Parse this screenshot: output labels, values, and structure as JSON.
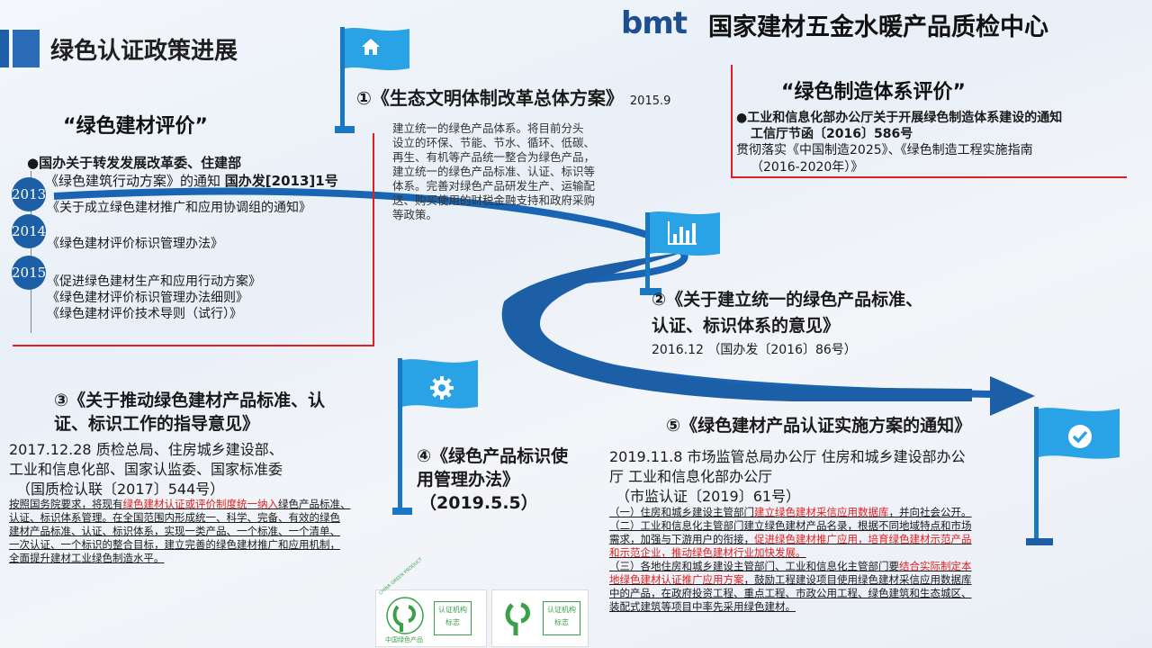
{
  "header": {
    "page_title": "绿色认证政策进展",
    "logo_text": "bmt",
    "org_name": "国家建材五金水暖产品质检中心"
  },
  "left_section": {
    "heading": "“绿色建材评价”",
    "items": [
      {
        "bullet": "●国办关于转发发展改革委、住建部",
        "line2": "《绿色建筑行动方案》的通知",
        "line2_bold": "国办发[2013]1号"
      },
      {
        "year": "2013",
        "text": "《关于成立绿色建材推广和应用协调组的通知》"
      },
      {
        "year": "2014",
        "text": "《绿色建材评价标识管理办法》"
      },
      {
        "year": "2015",
        "lines": [
          "《促进绿色建材生产和应用行动方案》",
          "《绿色建材评价标识管理办法细则》",
          "《绿色建材评价技术导则（试行）》"
        ]
      }
    ]
  },
  "sec1": {
    "title": "①《生态文明体制改革总体方案》",
    "date": "2015.9",
    "body": [
      "建立统一的绿色产品体系。将目前分头",
      "设立的环保、节能、节水、循环、低碳、",
      "再生、有机等产品统一整合为绿色产品，",
      "建立统一的绿色产品标准、认证、标识等",
      "体系。完善对绿色产品研发生产、运输配",
      "送、购买使用的财税金融支持和政府采购",
      "等政策。"
    ]
  },
  "right_top": {
    "heading": "“绿色制造体系评价”",
    "bullet_l1": "●工业和信息化部办公厅关于开展绿色制造体系建设的通知",
    "bullet_l2": "工信厅节函〔2016〕586号",
    "line3": "贯彻落实《中国制造2025》、《绿色制造工程实施指南",
    "line4": "（2016-2020年）》"
  },
  "sec2": {
    "title_l1": "②《关于建立统一的绿色产品标准、",
    "title_l2": "认证、标识体系的意见》",
    "sub": "2016.12 （国办发〔2016〕86号）"
  },
  "sec3": {
    "title_l1": "③《关于推动绿色建材产品标准、认",
    "title_l2": "证、标识工作的指导意见》",
    "issuer_l1": "2017.12.28 质检总局、住房城乡建设部、",
    "issuer_l2": "工业和信息化部、国家认监委、国家标准委",
    "issuer_l3": "（国质检认联〔2017〕544号）",
    "body": [
      {
        "pre": "按照国务院要求，将现有",
        "red": "绿色建材认证或评价制度统一纳入",
        "post": "绿色产品标准、"
      },
      {
        "pre": "认证、标识体系管理。在全国范围内形成统一、科学、完备、有效的绿色",
        "red": "",
        "post": ""
      },
      {
        "pre": "建材产品标准、认证、标识体系，实现一类产品、一个标准、一个清单、",
        "red": "",
        "post": ""
      },
      {
        "pre": "一次认证、一个标识的整合目标，建立完善的绿色建材推广和应用机制，",
        "red": "",
        "post": ""
      },
      {
        "pre": "全面提升建材工业绿色制造水平。",
        "red": "",
        "post": ""
      }
    ]
  },
  "sec4": {
    "title_l1": "④《绿色产品标识使",
    "title_l2": "用管理办法》",
    "title_l3": "（2019.5.5）"
  },
  "sec5": {
    "title": "⑤《绿色建材产品认证实施方案的通知》",
    "issuer_l1": "2019.11.8 市场监管总局办公厅 住房和城乡建设部办公",
    "issuer_l2": "厅 工业和信息化部办公厅",
    "issuer_l3": "（市监认证〔2019〕61号）",
    "p1": {
      "pre": "（一）住房和城乡建设主管部门",
      "red": "建立绿色建材采信应用数据库",
      "post": "，并向社会公开。"
    },
    "p2_l1": "（二）工业和信息化主管部门建立绿色建材产品名录，根据不同地域特点和市场",
    "p2_l2": {
      "pre": "需求，加强与下游用户的衔接，",
      "red": "促进绿色建材推广应用，培育绿色建材示范产品"
    },
    "p2_l3": {
      "red": "和示范企业，推动绿色建材行业加快发展。"
    },
    "p3_l1": {
      "pre": "（三）各地住房和城乡建设主管部门、工业和信息化主管部门要",
      "red": "结合实际制定本"
    },
    "p3_l2": {
      "red": "地绿色建材认证推广应用方案",
      "post": "，鼓励工程建设项目使用绿色建材采信应用数据库"
    },
    "p3_l3": "中的产品，在政府投资工程、重点工程、市政公用工程、绿色建筑和生态城区、",
    "p3_l4": "装配式建筑等项目中率先采用绿色建材。"
  },
  "cert_labels": {
    "ring": "CHINA GREEN PRODUCT",
    "bottom": "中国绿色产品",
    "box1": "认证机构",
    "box2": "标志"
  },
  "icons": [
    "home-icon",
    "bar-chart-icon",
    "gear-icon",
    "check-icon"
  ],
  "colors": {
    "accent_blue": "#1d5fa6",
    "flag_blue": "#29a3e6",
    "red": "#e02020",
    "green": "#3aa14a"
  }
}
